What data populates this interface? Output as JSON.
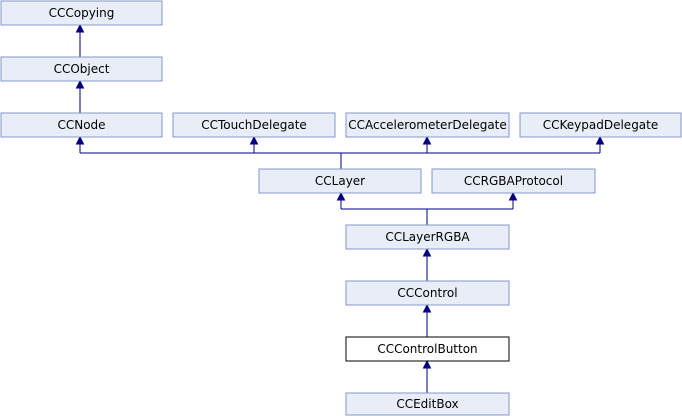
{
  "nodes": [
    {
      "id": "ccopying",
      "label": "CCCopying"
    },
    {
      "id": "ccobject",
      "label": "CCObject"
    },
    {
      "id": "ccnode",
      "label": "CCNode"
    },
    {
      "id": "cctouchdelegate",
      "label": "CCTouchDelegate"
    },
    {
      "id": "ccaccelerometerdelegate",
      "label": "CCAccelerometerDelegate"
    },
    {
      "id": "cckeypaddelegate",
      "label": "CCKeypadDelegate"
    },
    {
      "id": "cclayer",
      "label": "CCLayer"
    },
    {
      "id": "ccrgbaprotocol",
      "label": "CCRGBAProtocol"
    },
    {
      "id": "cclayerrgba",
      "label": "CCLayerRGBA"
    },
    {
      "id": "cccontrol",
      "label": "CCControl"
    },
    {
      "id": "cccontrolbutton",
      "label": "CCControlButton"
    },
    {
      "id": "cceditbox",
      "label": "CCEditBox"
    }
  ],
  "edges": [
    {
      "from": "ccobject",
      "to": "ccopying"
    },
    {
      "from": "ccnode",
      "to": "ccobject"
    },
    {
      "from": "cclayer",
      "to": "ccnode"
    },
    {
      "from": "cclayer",
      "to": "cctouchdelegate"
    },
    {
      "from": "cclayer",
      "to": "ccaccelerometerdelegate"
    },
    {
      "from": "cclayer",
      "to": "cckeypaddelegate"
    },
    {
      "from": "cclayerrgba",
      "to": "cclayer"
    },
    {
      "from": "cclayerrgba",
      "to": "ccrgbaprotocol"
    },
    {
      "from": "cccontrol",
      "to": "cclayerrgba"
    },
    {
      "from": "cccontrolbutton",
      "to": "cccontrol"
    },
    {
      "from": "cceditbox",
      "to": "cccontrolbutton"
    }
  ],
  "highlighted": "cccontrolbutton",
  "colors": {
    "box_fill": "#e8edf7",
    "box_border": "#8497c8",
    "edge": "#000080",
    "highlight_border": "#000000"
  }
}
